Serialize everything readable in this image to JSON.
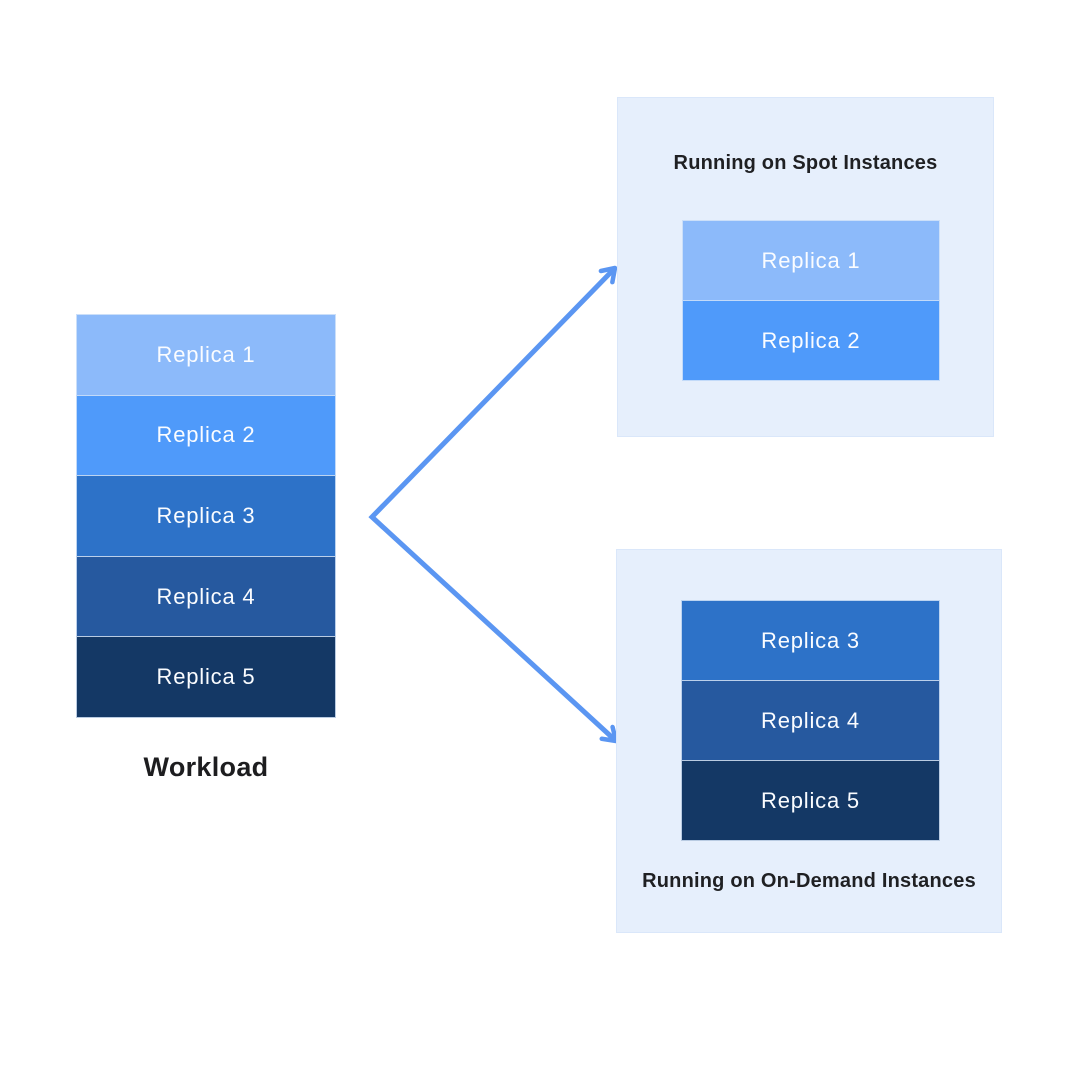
{
  "diagram": {
    "workload": {
      "label": "Workload",
      "replicas": [
        {
          "label": "Replica 1",
          "color": "#8cbafa"
        },
        {
          "label": "Replica 2",
          "color": "#4f9afa"
        },
        {
          "label": "Replica 3",
          "color": "#2d72c8"
        },
        {
          "label": "Replica 4",
          "color": "#26599f"
        },
        {
          "label": "Replica 5",
          "color": "#143865"
        }
      ]
    },
    "spot_panel": {
      "title": "Running on Spot Instances",
      "replicas": [
        {
          "label": "Replica 1",
          "color": "#8cbafa"
        },
        {
          "label": "Replica 2",
          "color": "#4f9afa"
        }
      ]
    },
    "ondemand_panel": {
      "title": "Running on On-Demand Instances",
      "replicas": [
        {
          "label": "Replica 3",
          "color": "#2d72c8"
        },
        {
          "label": "Replica 4",
          "color": "#26599f"
        },
        {
          "label": "Replica 5",
          "color": "#143865"
        }
      ]
    },
    "colors": {
      "panel_bg": "#e6effc",
      "panel_border": "#d8e6f8",
      "arrow": "#5b96f2",
      "title_text": "#1f2023",
      "replica_text": "#fafcff"
    }
  }
}
